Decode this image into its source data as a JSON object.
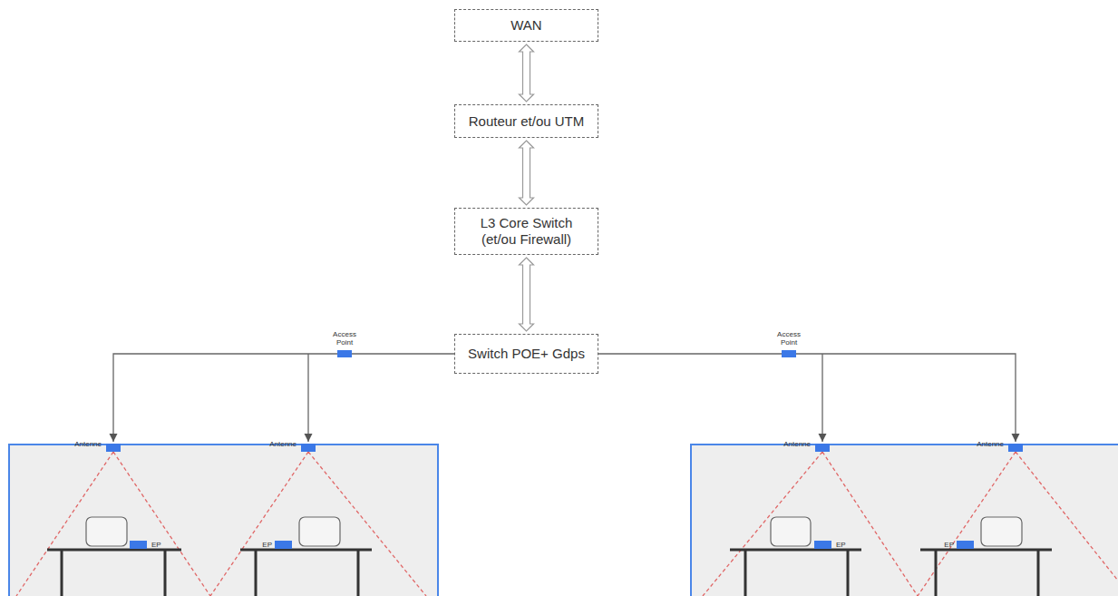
{
  "diagram": {
    "nodes": [
      {
        "text": [
          "WAN"
        ]
      },
      {
        "text": [
          "Routeur et/ou UTM"
        ]
      },
      {
        "text": [
          "L3 Core Switch (et/ou Firewall)"
        ]
      },
      {
        "text": [
          "Switch POE+ Gdps"
        ]
      }
    ],
    "edges": [
      {
        "from": 0,
        "to": 1,
        "arrow": "both"
      },
      {
        "from": 1,
        "to": 2,
        "arrow": "both"
      },
      {
        "from": 2,
        "to": 3,
        "arrow": "both"
      }
    ],
    "labels": [
      "Access Point",
      "Access Point",
      "Antenne",
      "Antenne",
      "Antenne",
      "Antenne",
      "EP",
      "EP",
      "EP",
      "EP"
    ]
  }
}
